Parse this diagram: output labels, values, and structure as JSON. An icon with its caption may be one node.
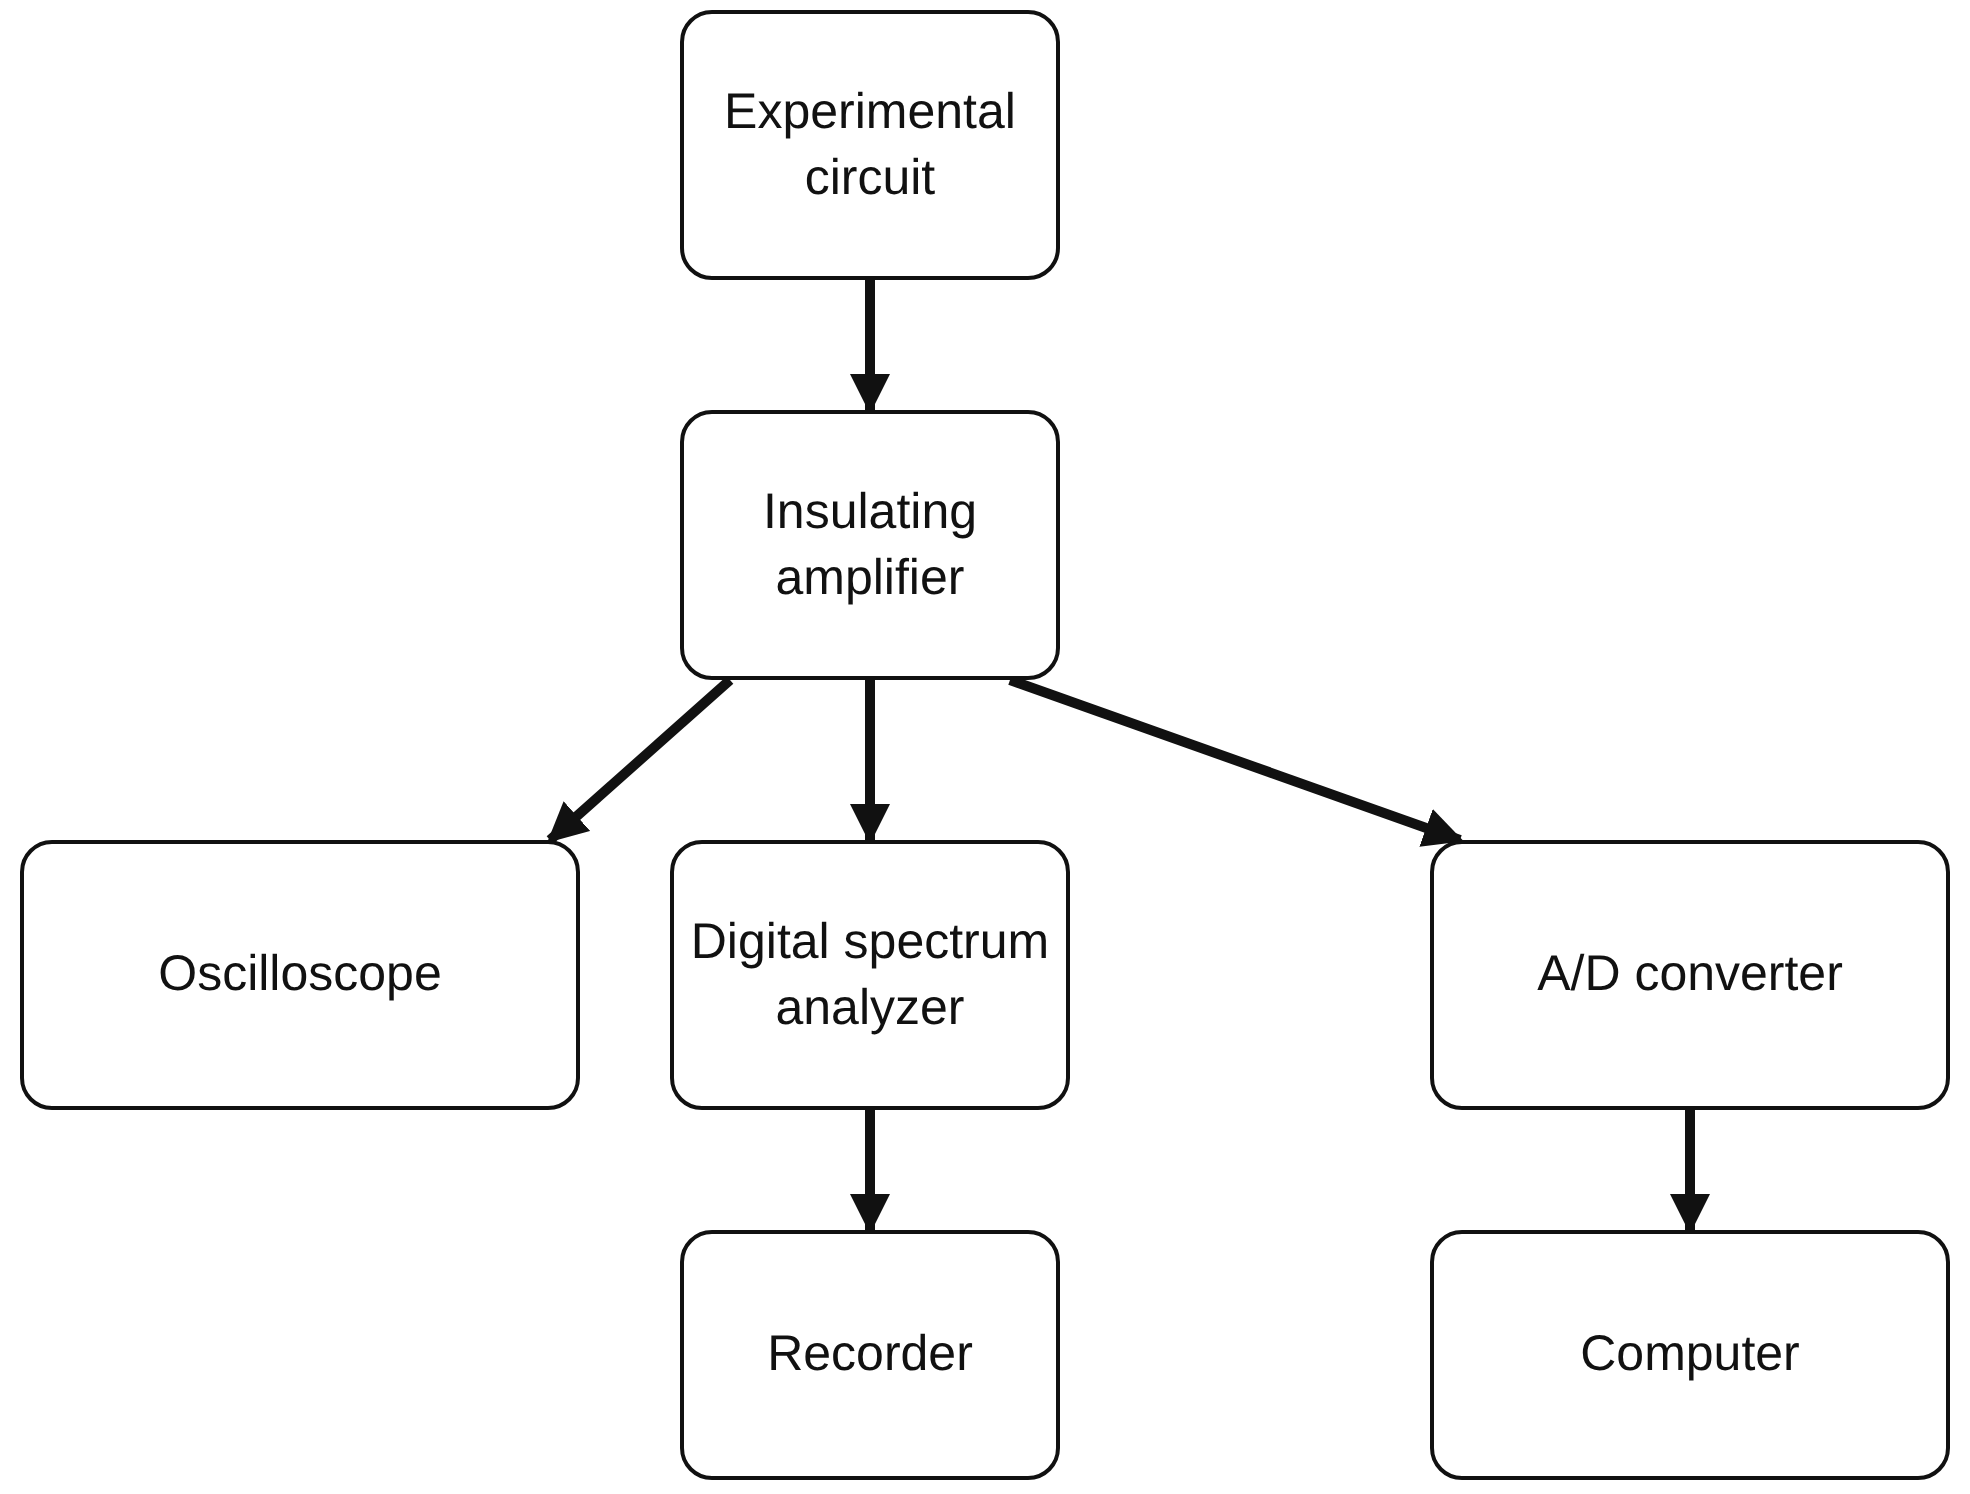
{
  "diagram": {
    "nodes": [
      {
        "text": [
          "Experimental circuit"
        ]
      },
      {
        "text": [
          "Insulating amplifier"
        ]
      },
      {
        "text": [
          "Oscilloscope"
        ]
      },
      {
        "text": [
          "Digital spectrum analyzer"
        ]
      },
      {
        "text": [
          "A/D converter"
        ]
      },
      {
        "text": [
          "Recorder"
        ]
      },
      {
        "text": [
          "Computer"
        ]
      }
    ],
    "edges": [
      {
        "from": 0,
        "to": 1,
        "arrow": "to"
      },
      {
        "from": 1,
        "to": 2,
        "arrow": "to"
      },
      {
        "from": 1,
        "to": 3,
        "arrow": "to"
      },
      {
        "from": 1,
        "to": 4,
        "arrow": "to"
      },
      {
        "from": 3,
        "to": 5,
        "arrow": "to"
      },
      {
        "from": 4,
        "to": 6,
        "arrow": "to"
      }
    ]
  }
}
